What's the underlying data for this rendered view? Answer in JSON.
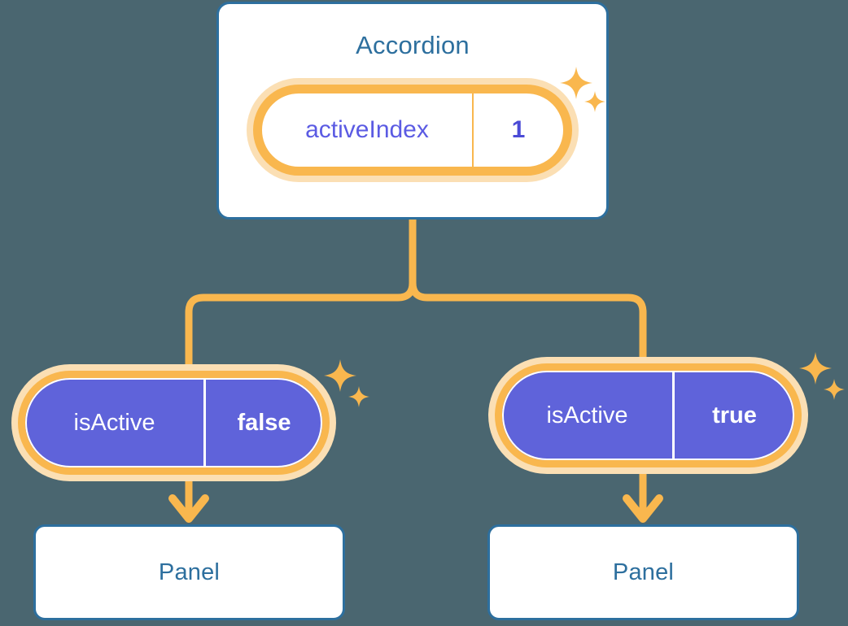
{
  "diagram": {
    "background_color": "#4a6670",
    "accent_blue": "#2d6f9e",
    "accent_orange": "#f9b74e",
    "accent_orange_soft": "#fbdfb4",
    "accent_indigo": "#5f63da"
  },
  "root": {
    "title": "Accordion",
    "state_pill": {
      "key": "activeIndex",
      "value": "1",
      "sparkle_icon_large": "sparkle-icon",
      "sparkle_icon_small": "sparkle-icon"
    }
  },
  "children": [
    {
      "pill": {
        "key": "isActive",
        "value": "false"
      },
      "panel": {
        "title": "Panel"
      },
      "sparkle_icon_large": "sparkle-icon",
      "sparkle_icon_small": "sparkle-icon"
    },
    {
      "pill": {
        "key": "isActive",
        "value": "true"
      },
      "panel": {
        "title": "Panel"
      },
      "sparkle_icon_large": "sparkle-icon",
      "sparkle_icon_small": "sparkle-icon"
    }
  ]
}
